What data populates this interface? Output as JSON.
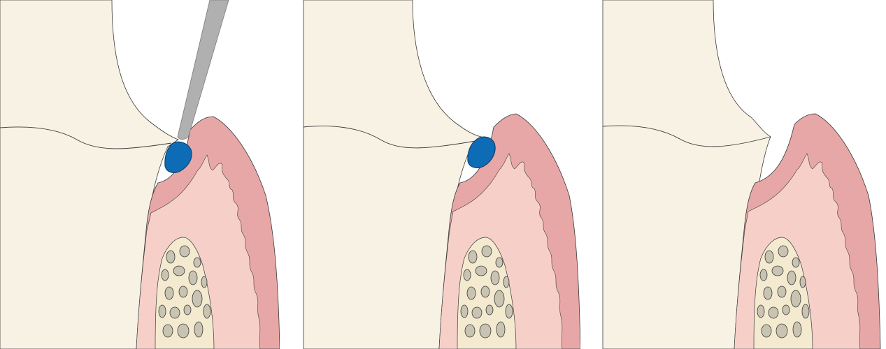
{
  "figure": {
    "panels": [
      {
        "name": "panel-before",
        "calculus_present": true,
        "instrument_present": true
      },
      {
        "name": "panel-calculus",
        "calculus_present": true,
        "instrument_present": false
      },
      {
        "name": "panel-after",
        "calculus_present": false,
        "instrument_present": false
      }
    ]
  },
  "colors": {
    "tooth": "#f7f2e3",
    "gingiva_outer": "#e8a7a7",
    "gingiva_inner": "#f6d0c8",
    "bone": "#f3ead0",
    "bone_pore": "#c9c3b2",
    "calculus": "#0e6bb5",
    "instrument": "#b0b0b0",
    "outline": "#3a3a3a",
    "background": "#ffffff"
  }
}
